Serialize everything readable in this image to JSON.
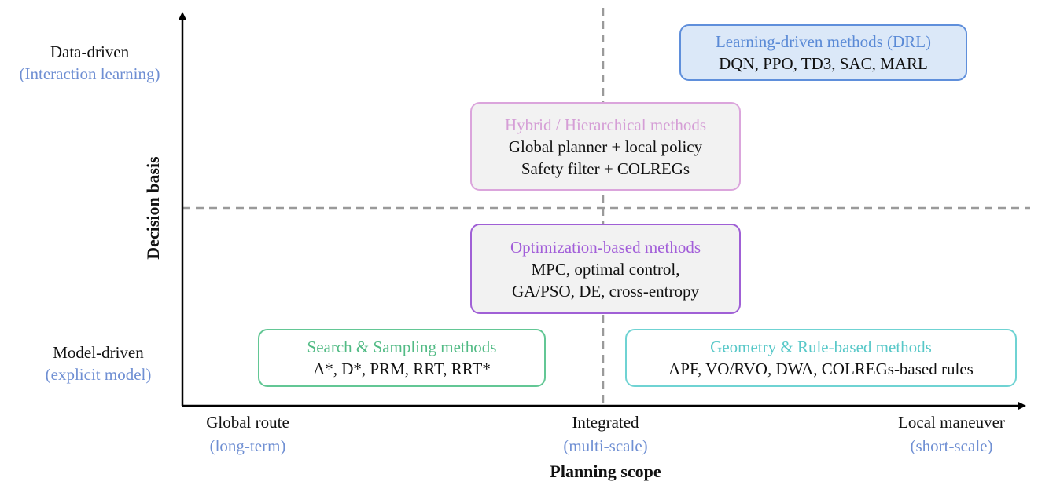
{
  "colors": {
    "axis": "#000000",
    "dashed_line": "#9a9a9a",
    "secondary_text": "#6f8fd3"
  },
  "y_axis": {
    "title": "Decision basis",
    "top_label": "Data-driven",
    "top_sublabel": "(Interaction learning)",
    "bottom_label": "Model-driven",
    "bottom_sublabel": "(explicit model)"
  },
  "x_axis": {
    "title": "Planning scope",
    "left_label": "Global route",
    "left_sublabel": "(long-term)",
    "mid_label": "Integrated",
    "mid_sublabel": "(multi-scale)",
    "right_label": "Local maneuver",
    "right_sublabel": "(short-scale)"
  },
  "boxes": {
    "drl": {
      "title": "Learning-driven methods (DRL)",
      "lines": [
        "DQN, PPO, TD3, SAC, MARL"
      ]
    },
    "hybrid": {
      "title": "Hybrid / Hierarchical methods",
      "lines": [
        "Global planner + local policy",
        "Safety filter +  COLREGs"
      ]
    },
    "optimization": {
      "title": "Optimization-based methods",
      "lines": [
        "MPC, optimal control,",
        "GA/PSO, DE, cross-entropy"
      ]
    },
    "search": {
      "title": "Search & Sampling methods",
      "lines": [
        "A*, D*, PRM, RRT, RRT*"
      ]
    },
    "geometry": {
      "title": "Geometry & Rule-based methods",
      "lines": [
        "APF, VO/RVO, DWA, COLREGs-based rules"
      ]
    }
  }
}
